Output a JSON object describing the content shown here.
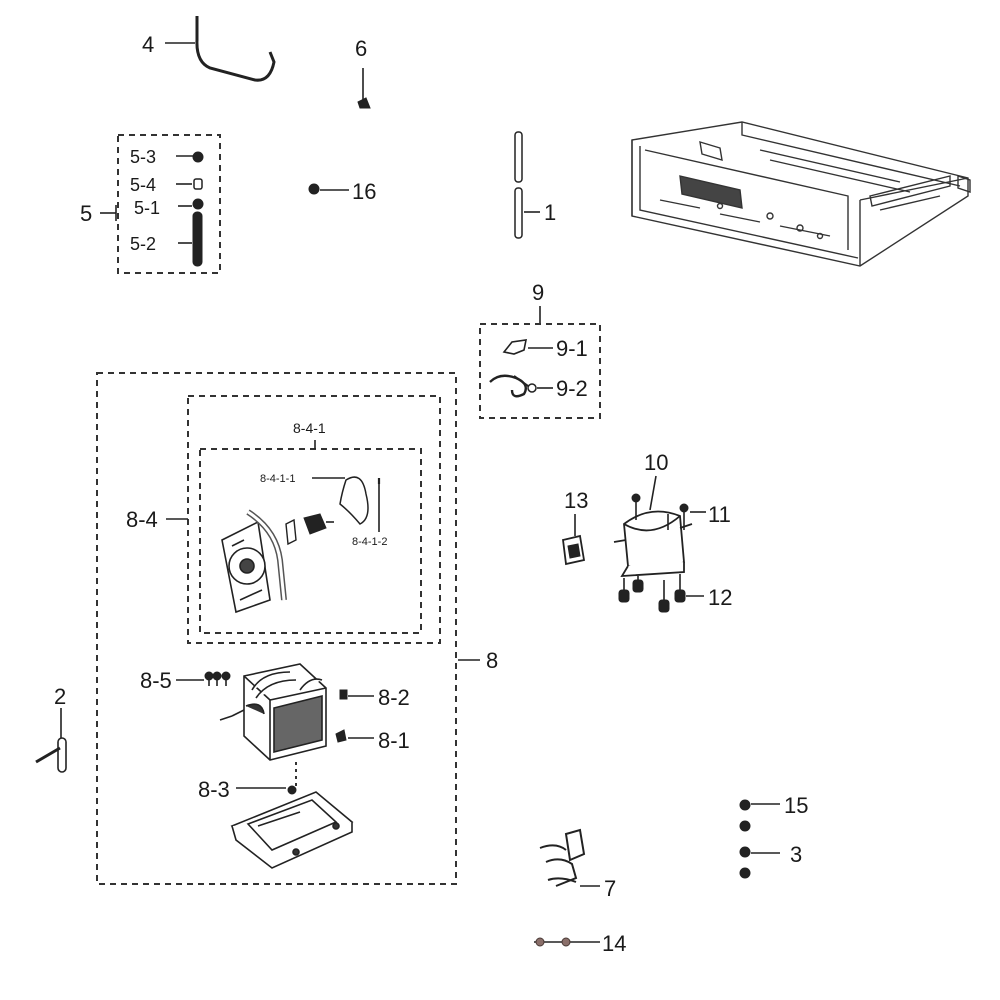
{
  "labels": {
    "l1": "1",
    "l2": "2",
    "l3": "3",
    "l4": "4",
    "l5": "5",
    "l5_1": "5-1",
    "l5_2": "5-2",
    "l5_3": "5-3",
    "l5_4": "5-4",
    "l6": "6",
    "l7": "7",
    "l8": "8",
    "l8_1": "8-1",
    "l8_2": "8-2",
    "l8_3": "8-3",
    "l8_4": "8-4",
    "l8_5": "8-5",
    "l8_4_1": "8-4-1",
    "l8_4_1_1": "8-4-1-1",
    "l8_4_1_2": "8-4-1-2",
    "l9": "9",
    "l9_1": "9-1",
    "l9_2": "9-2",
    "l10": "10",
    "l11": "11",
    "l12": "12",
    "l13": "13",
    "l14": "14",
    "l15": "15",
    "l16": "16"
  },
  "colors": {
    "ink": "#222222",
    "dash": "#333333",
    "accent_14": "#8a6f6a"
  }
}
